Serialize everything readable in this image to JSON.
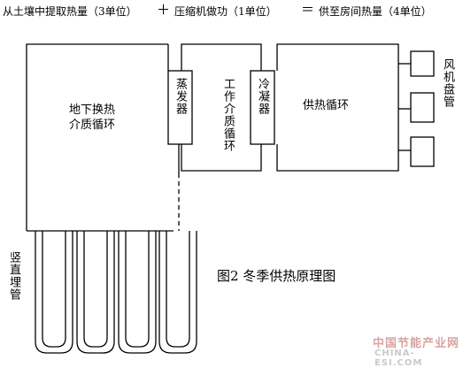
{
  "equation": {
    "part1": "从土壤中提取热量（3单位）",
    "plus": "＋",
    "part2": "压缩机做功（1单位）",
    "equals": "＝",
    "part3": "供至房间热量（4单位）"
  },
  "labels": {
    "ground_loop": "地下换热\n介质循环",
    "evaporator": "蒸发器",
    "working_fluid": "工作介质循环",
    "condenser": "冷凝器",
    "heating_loop": "供热循环",
    "fan_coil": "风机盘管",
    "vertical_pipe": "竖直埋管"
  },
  "caption": "图2  冬季供热原理图",
  "watermark": {
    "line1": "中国节能产业网",
    "line2": "CHINA-ESI.COM"
  }
}
